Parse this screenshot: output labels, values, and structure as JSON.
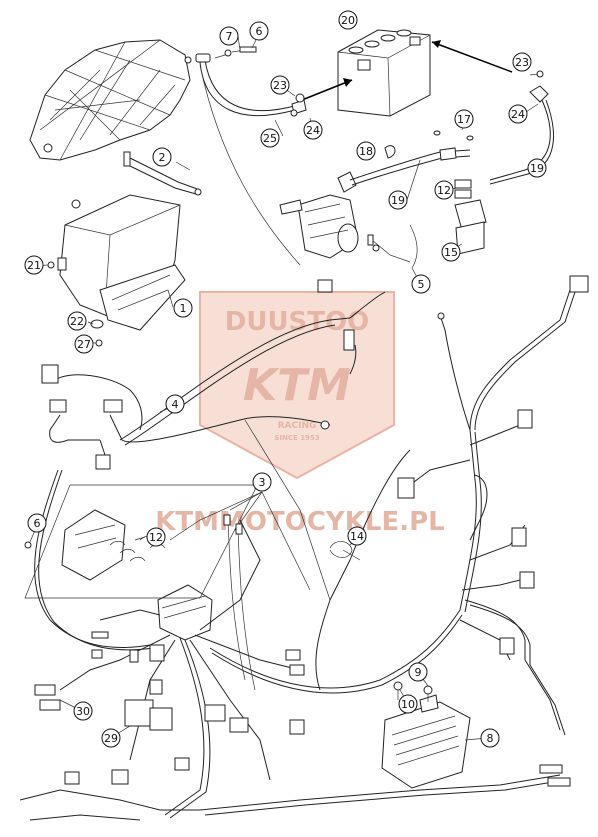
{
  "watermark": {
    "brand_top": "DUUSTOO",
    "brand_main": "KTM",
    "sub1": "RACING",
    "sub2": "SINCE 1953",
    "site": "KTMMOTOCYKLE.PL",
    "color": "#d9765a"
  },
  "callouts": [
    {
      "id": "c20",
      "label": "20"
    },
    {
      "id": "c7",
      "label": "7"
    },
    {
      "id": "c6a",
      "label": "6"
    },
    {
      "id": "c23a",
      "label": "23"
    },
    {
      "id": "c23b",
      "label": "23"
    },
    {
      "id": "c24a",
      "label": "24"
    },
    {
      "id": "c24b",
      "label": "24"
    },
    {
      "id": "c25",
      "label": "25"
    },
    {
      "id": "c17",
      "label": "17"
    },
    {
      "id": "c18",
      "label": "18"
    },
    {
      "id": "c19a",
      "label": "19"
    },
    {
      "id": "c19b",
      "label": "19"
    },
    {
      "id": "c12a",
      "label": "12"
    },
    {
      "id": "c15",
      "label": "15"
    },
    {
      "id": "c5",
      "label": "5"
    },
    {
      "id": "c2",
      "label": "2"
    },
    {
      "id": "c21",
      "label": "21"
    },
    {
      "id": "c1",
      "label": "1"
    },
    {
      "id": "c22",
      "label": "22"
    },
    {
      "id": "c27",
      "label": "27"
    },
    {
      "id": "c4",
      "label": "4"
    },
    {
      "id": "c3",
      "label": "3"
    },
    {
      "id": "c6b",
      "label": "6"
    },
    {
      "id": "c12b",
      "label": "12"
    },
    {
      "id": "c14",
      "label": "14"
    },
    {
      "id": "c9",
      "label": "9"
    },
    {
      "id": "c10",
      "label": "10"
    },
    {
      "id": "c8",
      "label": "8"
    },
    {
      "id": "c30",
      "label": "30"
    },
    {
      "id": "c29",
      "label": "29"
    }
  ]
}
